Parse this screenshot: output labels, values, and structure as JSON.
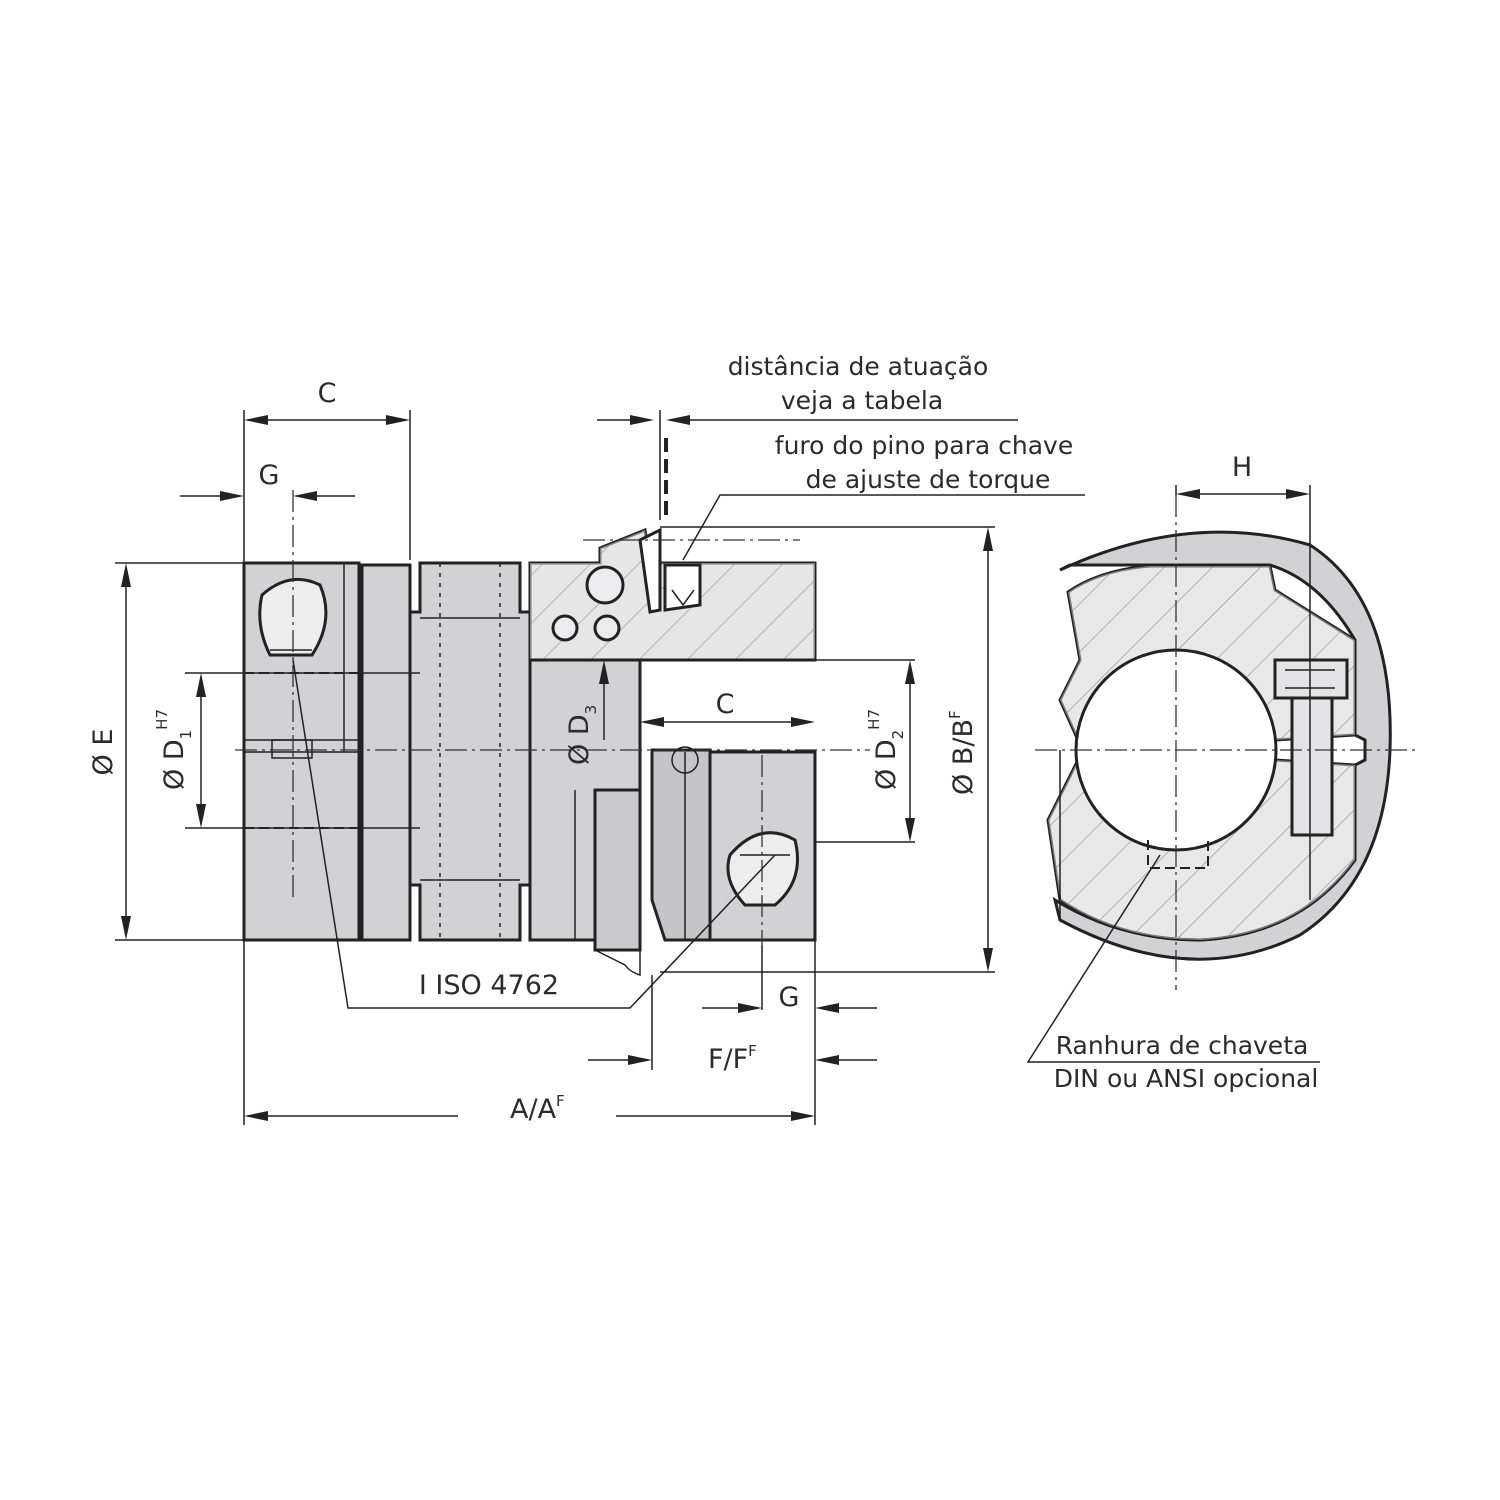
{
  "labels": {
    "actuation_1": "distância de atuação",
    "actuation_2": "veja a tabela",
    "pinhole_1": "furo do pino para chave",
    "pinhole_2": "de ajuste de torque",
    "c_top": "C",
    "g_top": "G",
    "h": "H",
    "c_mid": "C",
    "g_bottom": "G",
    "iso": "I ISO 4762",
    "ff_main": "F/F",
    "ff_sup": "F",
    "aa_main": "A/A",
    "aa_sup": "F",
    "e_main": "Ø E",
    "d1_main": "Ø D",
    "d1_sub": "1",
    "d1_sup": "H7",
    "d3_main": "Ø D",
    "d3_sub": "3",
    "d2_main": "Ø D",
    "d2_sub": "2",
    "d2_sup": "H7",
    "bb_main": "Ø B/B",
    "bb_sup": "F",
    "keyway_1": "Ranhura de chaveta",
    "keyway_2": "DIN ou ANSI opcional"
  },
  "colors": {
    "metal": "#d2d2d4",
    "metal_dark": "#b9b9bc",
    "line": "#222222",
    "text": "#2b2b2b"
  }
}
